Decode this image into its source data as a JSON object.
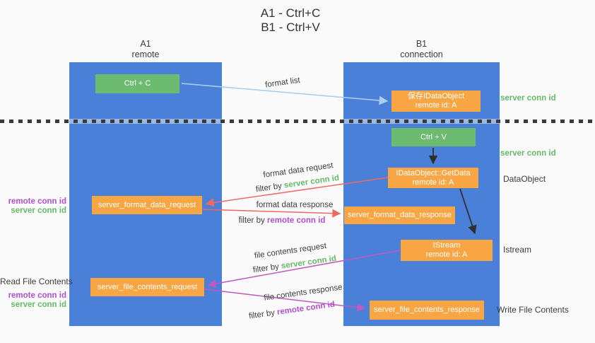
{
  "title": {
    "line1": "A1 - Ctrl+C",
    "line2": "B1 - Ctrl+V"
  },
  "colors": {
    "background": "#fafafa",
    "column_blue": "#4a80d8",
    "box_green": "#6dbb70",
    "box_orange": "#f7a643",
    "arrow_lightblue": "#a9cfee",
    "arrow_red": "#ed6a64",
    "arrow_purple": "#c158c1",
    "arrow_black": "#2f2f2f",
    "label_green": "#66bb6a",
    "label_purple": "#b04fd0",
    "text_dark": "#3c3c3c"
  },
  "columns": {
    "a": {
      "title": "A1",
      "subtitle": "remote"
    },
    "b": {
      "title": "B1",
      "subtitle": "connection"
    }
  },
  "nodes": {
    "ctrl_c": {
      "label": "Ctrl + C"
    },
    "save_dataobject": {
      "line1": "保存IDataObject",
      "line2": "remote id: A"
    },
    "ctrl_v": {
      "label": "Ctrl + V"
    },
    "getdata": {
      "line1": "IDataObject::GetData",
      "line2": "remote id: A"
    },
    "format_request": {
      "label": "server_format_data_request"
    },
    "format_response": {
      "label": "server_format_data_response"
    },
    "istream": {
      "line1": "IStream",
      "line2": "remote id: A"
    },
    "file_request": {
      "label": "server_file_contents_request"
    },
    "file_response": {
      "label": "server_file_contents_response"
    }
  },
  "flow_labels": {
    "format_list": "format list",
    "format_data_request": "format data request",
    "format_data_response": "format data response",
    "file_contents_request": "file contents request",
    "file_contents_response": "file contents response",
    "filter_by": "filter by ",
    "server_conn_id": "server conn id",
    "remote_conn_id": "remote conn id"
  },
  "side_labels": {
    "server_conn_id": "server conn id",
    "remote_conn_id": "remote conn id",
    "dataobject": "DataObject",
    "istream": "Istream",
    "read_file_contents": "Read File Contents",
    "write_file_contents": "Write File Contents"
  }
}
